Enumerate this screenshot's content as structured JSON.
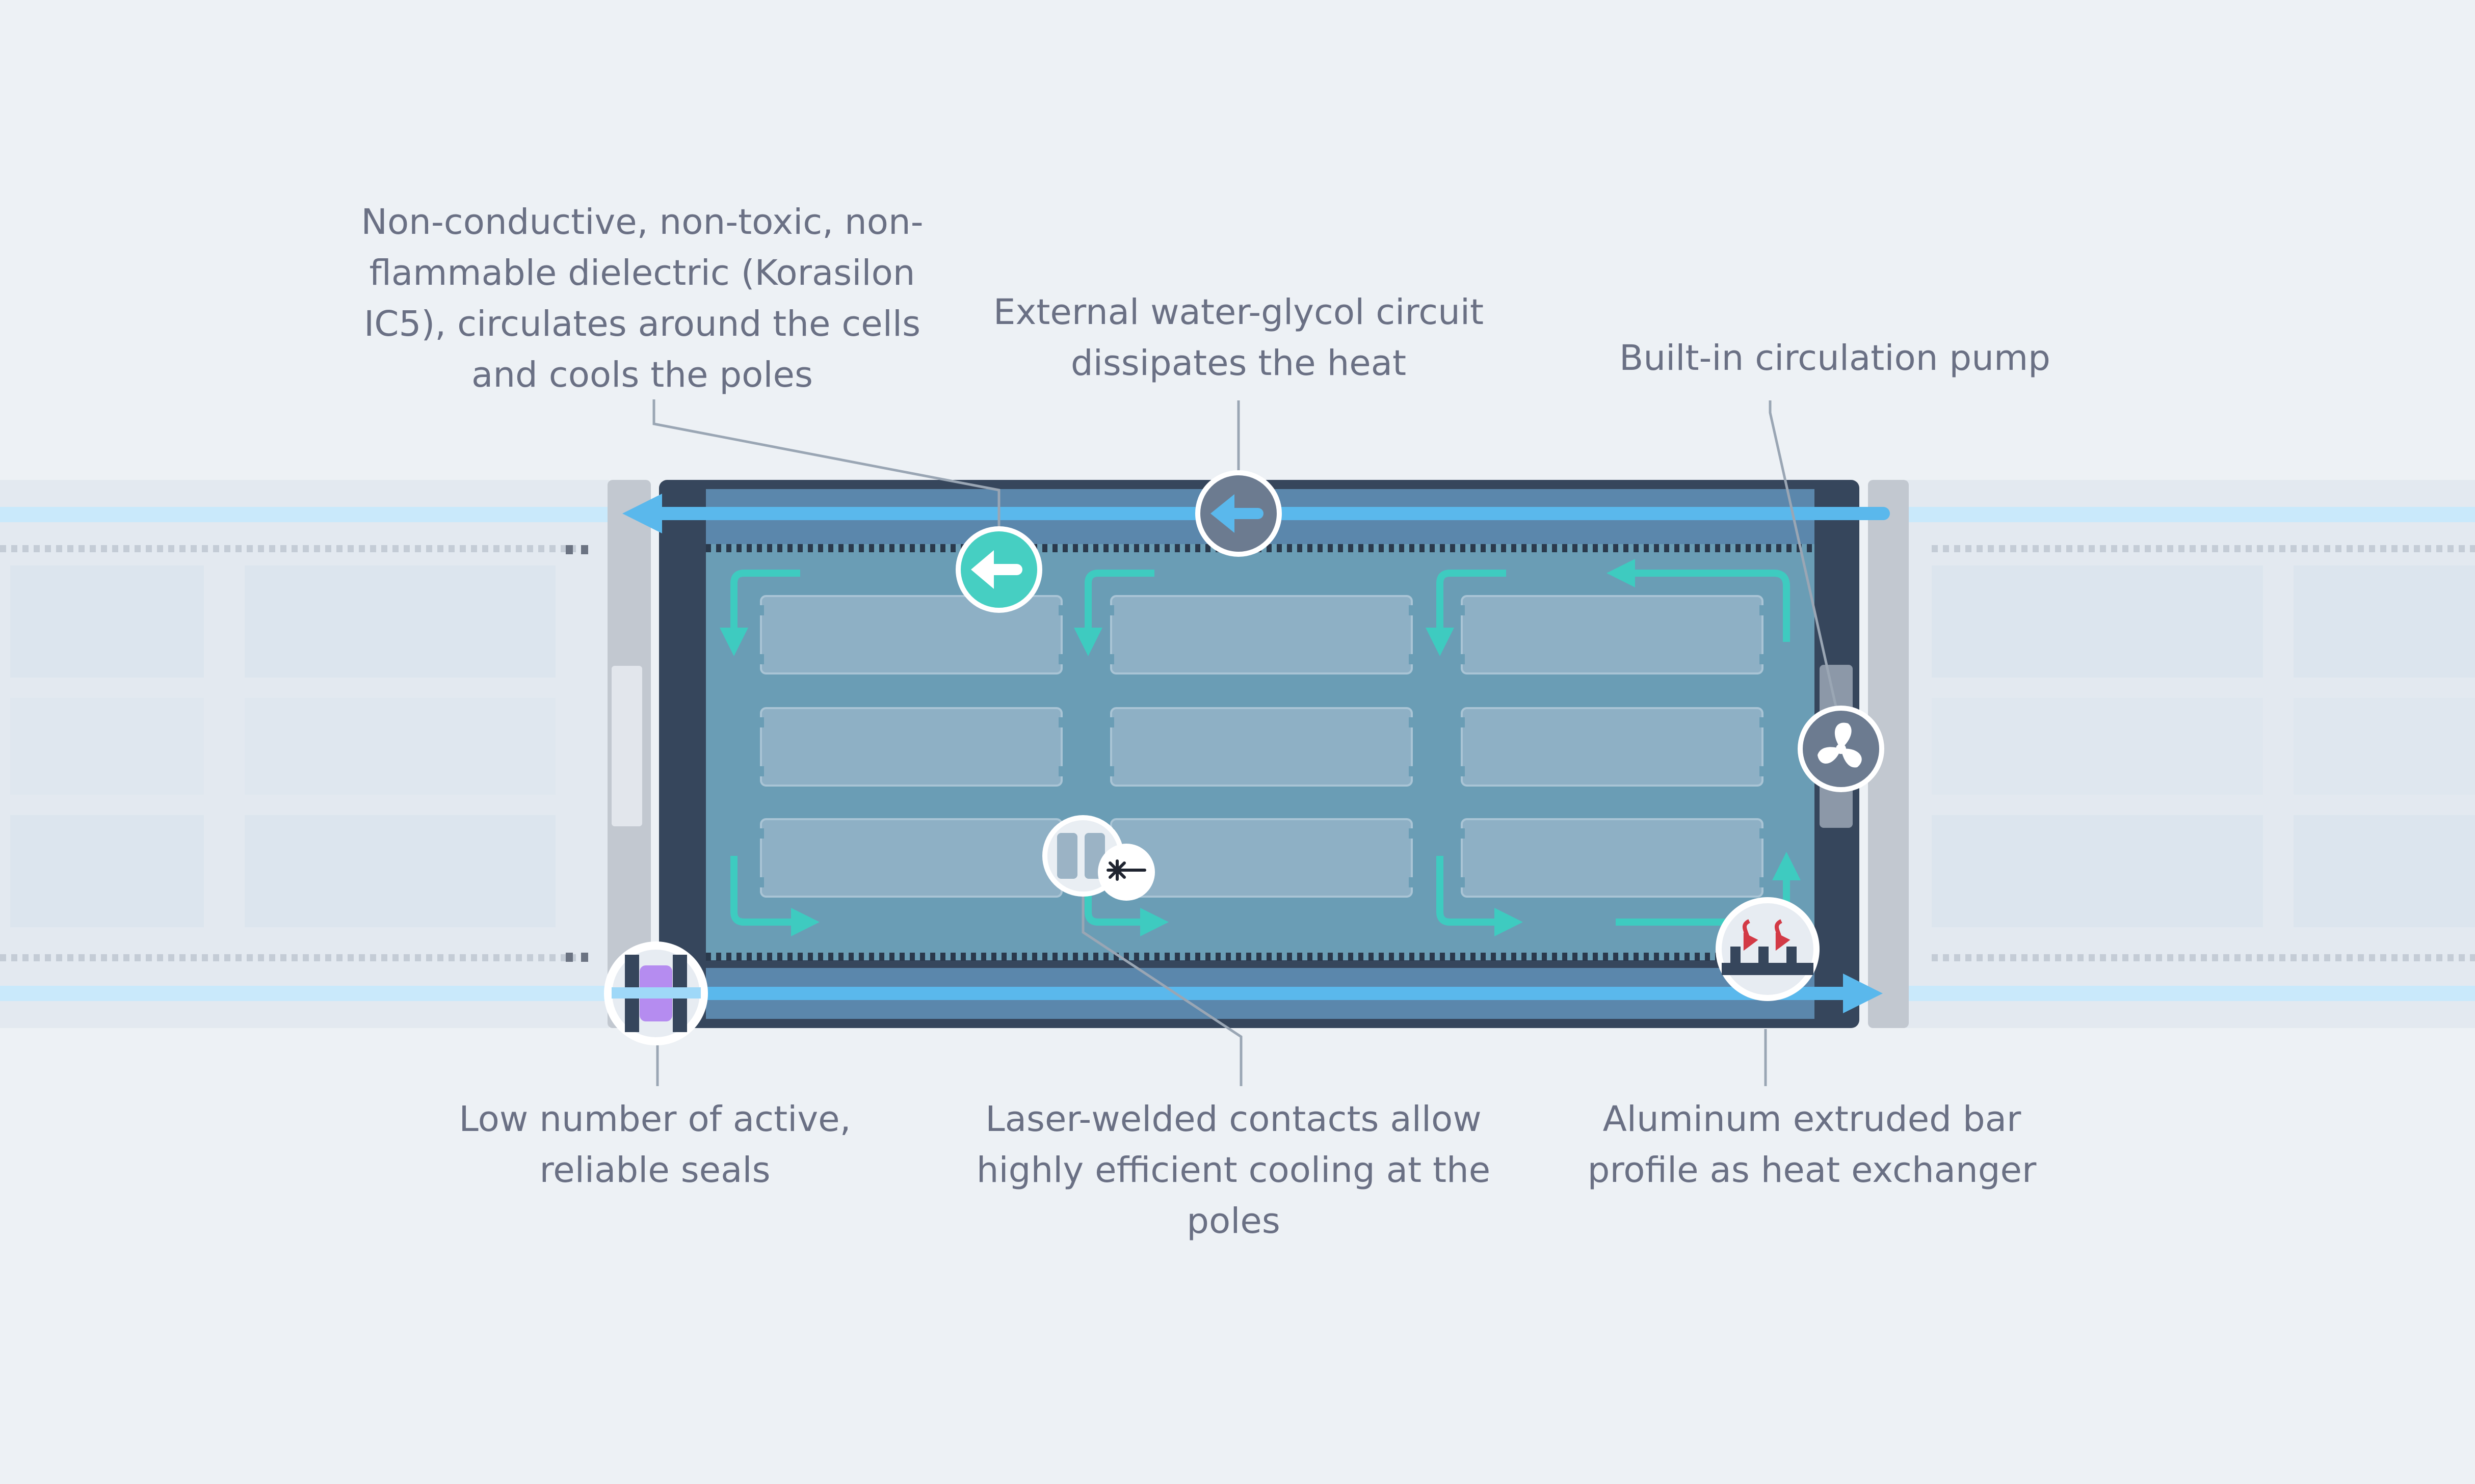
{
  "callouts": {
    "dielectric": "Non-conductive, non-toxic, non-flammable dielectric (Korasilon IC5), circulates around the cells and cools the poles",
    "external_circuit": "External water-glycol circuit dissipates the heat",
    "pump": "Built-in circulation pump",
    "seals": "Low number of active, reliable seals",
    "laser_contacts": "Laser-welded contacts allow highly efficient cooling at the poles",
    "heat_exchanger": "Aluminum extruded bar profile as heat exchanger"
  },
  "icons": {
    "dielectric_flow": "arrow-left-icon",
    "coolant_flow": "arrow-left-icon",
    "pump": "fan-icon",
    "seal": "seal-icon",
    "laser": "laser-spark-icon",
    "heat_exchanger": "heat-exchanger-icon"
  },
  "colors": {
    "background": "#edf1f5",
    "housing": "#36465c",
    "dielectric": "#6a9db5",
    "cell": "#8eb0c5",
    "coolant": "#5ab8ec",
    "flow_arrow": "#3ecbc0",
    "badge": "#6c7b90",
    "label": "#6a7084",
    "heat_arrow": "#d33a46",
    "seal": "#b58cf0"
  }
}
